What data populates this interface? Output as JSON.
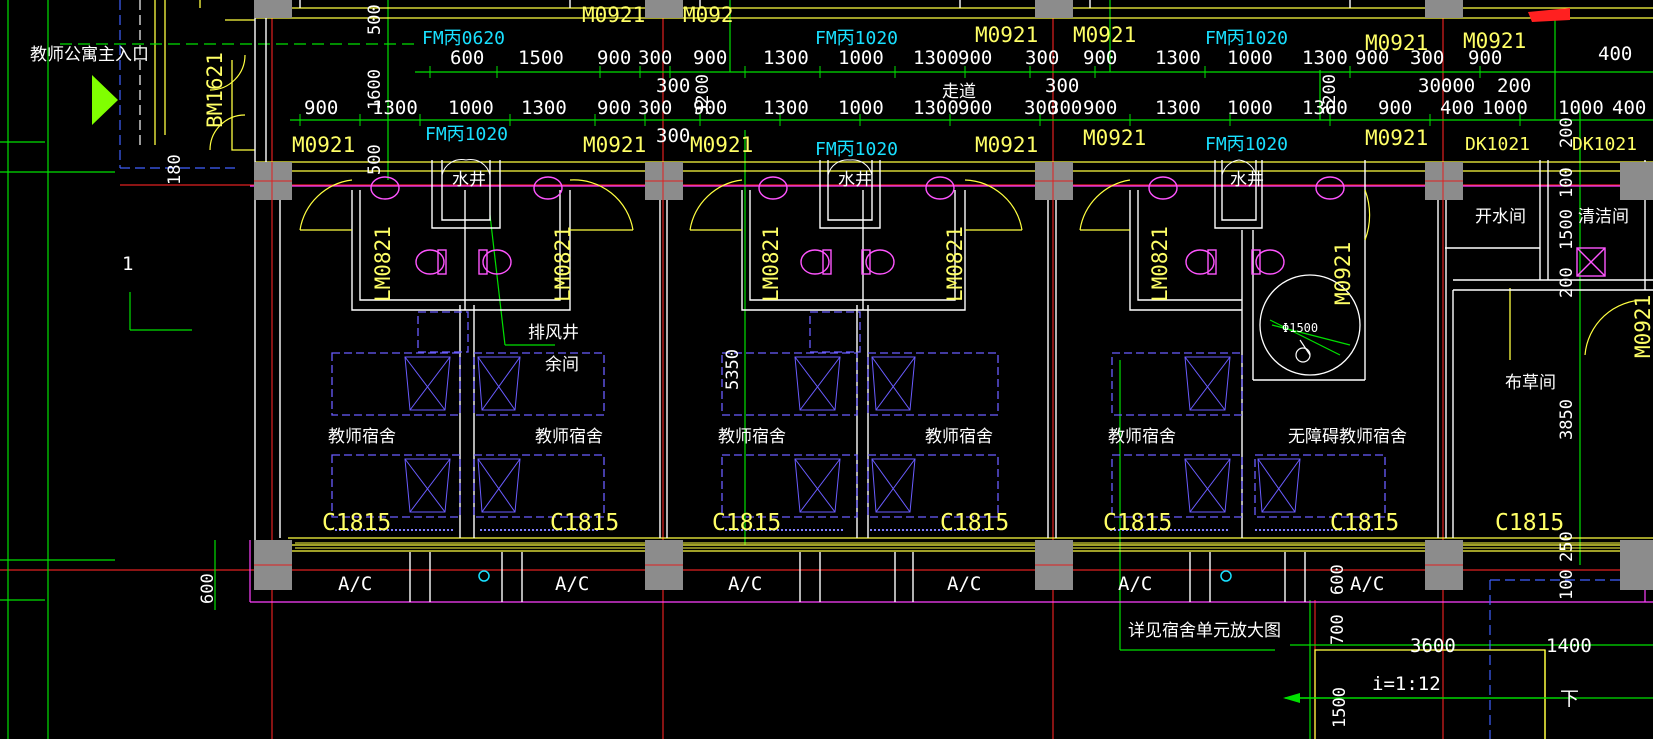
{
  "labels": {
    "entrance": "教师公寓主入口",
    "bm": "BM1621",
    "axis": "1",
    "water_well": "水井",
    "exhaust_shaft": "排风井",
    "spare_room": "余间",
    "dorm": "教师宿舍",
    "accessible_dorm": "无障碍教师宿舍",
    "boiling_room": "开水间",
    "cleaning_room": "清洁间",
    "linen_room": "布草间",
    "corridor": "走道",
    "see_detail": "详见宿舍单元放大图",
    "slope": "i=1:12",
    "down": "下",
    "circle_dia": "Φ1500"
  },
  "doors": {
    "m0921": "M0921",
    "m092": "M092",
    "lm0821": "LM0821",
    "fm0620": "FM丙0620",
    "fm1020": "FM丙1020",
    "dk1021": "DK1021"
  },
  "windows": {
    "c1815": "C1815"
  },
  "ac": "A/C",
  "dims_top": [
    "600",
    "1500",
    "900",
    "300",
    "900",
    "1300",
    "1000",
    "1300",
    "900",
    "300",
    "900",
    "1300",
    "1000",
    "1300",
    "900",
    "300",
    "900",
    "400"
  ],
  "dims_mid": [
    "900",
    "1300",
    "1000",
    "1300",
    "900",
    "300",
    "900",
    "1300",
    "1000",
    "1300",
    "900",
    "300",
    "300",
    "900",
    "1300",
    "1000",
    "1300",
    "900",
    "400",
    "1000",
    "1000",
    "400"
  ],
  "dims_misc": {
    "d300a": "300",
    "d300b": "300",
    "d300c": "300",
    "d30000": "30000",
    "d200a": "200",
    "d200b": "200",
    "d200c": "200",
    "d1600": "1600",
    "d500a": "500",
    "d500b": "500",
    "d3200": "3200",
    "d5350": "5350",
    "d100a": "100",
    "d100b": "100",
    "d1500a": "1500",
    "d1500b": "1500",
    "d3850": "3850",
    "d250": "250",
    "d600a": "600",
    "d600b": "600",
    "d700": "700",
    "d3600": "3600",
    "d1400": "1400",
    "d180": "180"
  },
  "colors": {
    "background": "#000000",
    "wall": "#ffffff",
    "dimension_line": "#00ff00",
    "door_text": "#ffff66",
    "fire_door_text": "#19e0ff",
    "furniture": "#6a5cff",
    "fixtures": "#ff55ff",
    "axis_line": "#ff2020",
    "column": "#8c8c8c"
  }
}
